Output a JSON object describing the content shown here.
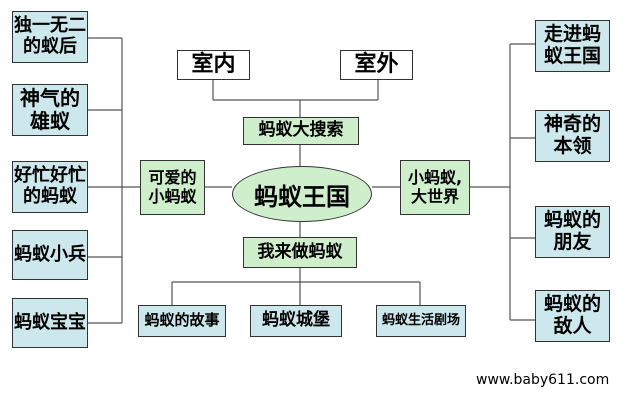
{
  "colors": {
    "leaf_box": "#cde8ec",
    "hub_box": "#cfeecb",
    "line": "#555555"
  },
  "center": {
    "label": "蚂蚁王国"
  },
  "top": {
    "hub": "蚂蚁大搜索",
    "leaves": [
      "室内",
      "室外"
    ]
  },
  "bottom": {
    "hub": "我来做蚂蚁",
    "leaves": [
      "蚂蚁的故事",
      "蚂蚁城堡",
      "蚂蚁生活剧场"
    ]
  },
  "left": {
    "hub": [
      "可爱的",
      "小蚂蚁"
    ],
    "leaves": [
      [
        "独一无二",
        "的蚁后"
      ],
      [
        "神气的",
        "雄蚁"
      ],
      [
        "好忙好忙",
        "的蚂蚁"
      ],
      [
        "蚂蚁小兵"
      ],
      [
        "蚂蚁宝宝"
      ]
    ]
  },
  "right": {
    "hub": [
      "小蚂蚁,",
      "大世界"
    ],
    "leaves": [
      [
        "走进蚂",
        "蚁王国"
      ],
      [
        "神奇的",
        "本领"
      ],
      [
        "蚂蚁的",
        "朋友"
      ],
      [
        "蚂蚁的",
        "敌人"
      ]
    ]
  },
  "footer": {
    "url": "www.baby611.com"
  }
}
